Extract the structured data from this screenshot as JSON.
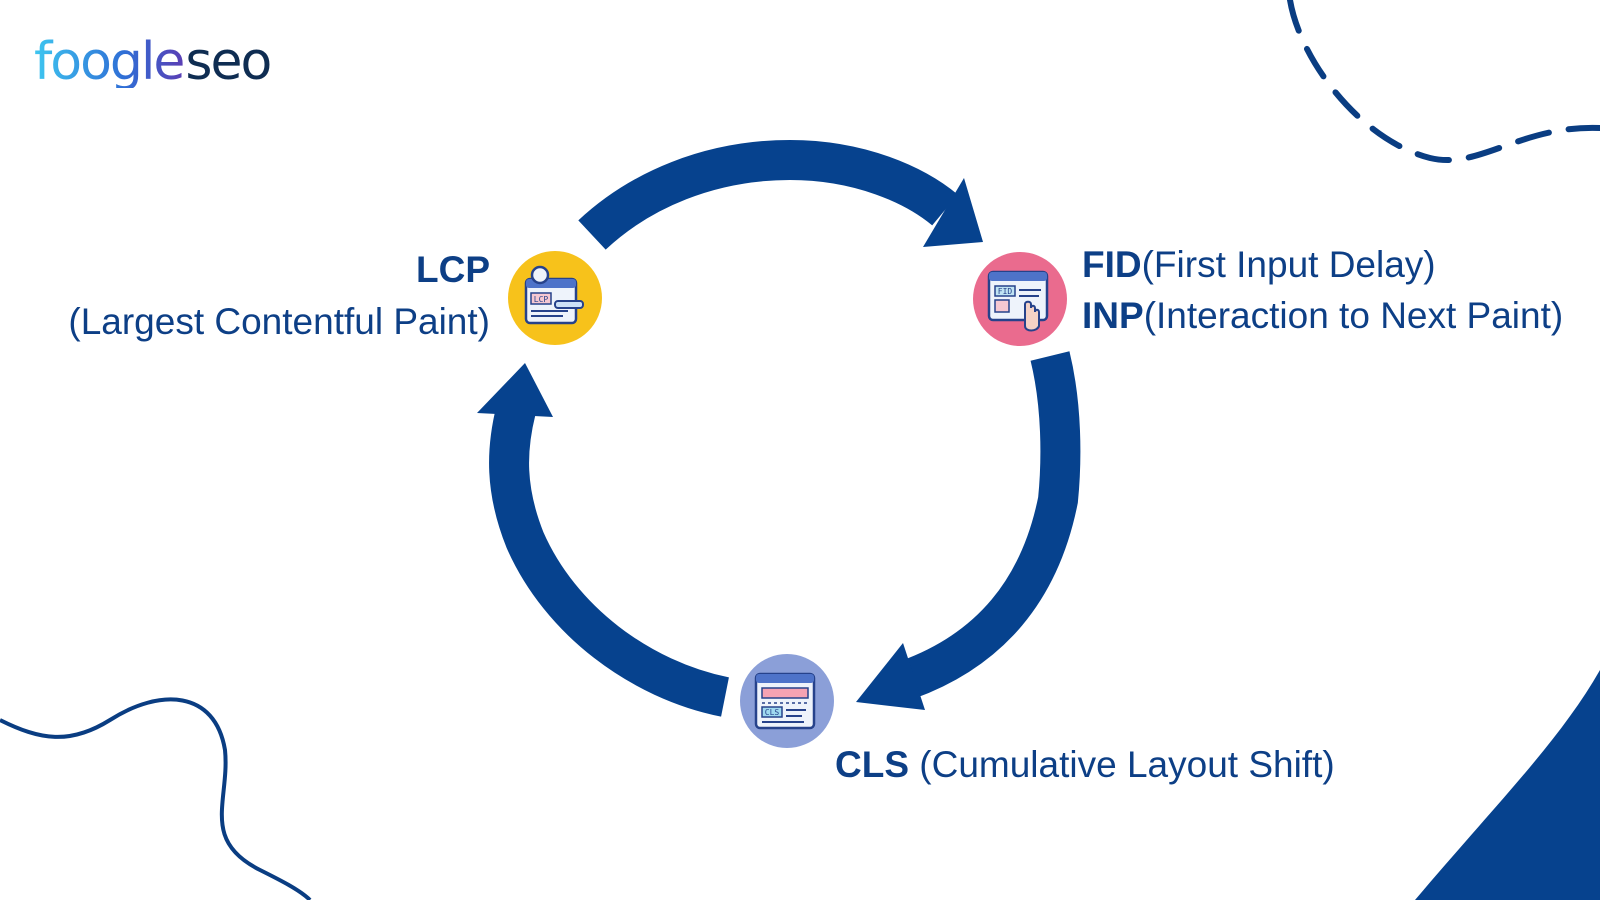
{
  "brand": {
    "part1": "foogle",
    "part2": "seo"
  },
  "nodes": {
    "lcp": {
      "abbr": "LCP",
      "full": "(Largest Contentful Paint)",
      "icon_text": "LCP",
      "color": "#f7c21b"
    },
    "fid": {
      "abbr": "FID",
      "full": "(First Input Delay)",
      "abbr2": "INP",
      "full2": "(Interaction to Next Paint)",
      "icon_text": "FID",
      "color": "#ea6b8e"
    },
    "cls": {
      "abbr": "CLS",
      "full": "(Cumulative Layout Shift)",
      "icon_text": "CLS",
      "color": "#8b9fd8"
    }
  },
  "colors": {
    "primary": "#06428e",
    "text": "#0d3f86"
  }
}
